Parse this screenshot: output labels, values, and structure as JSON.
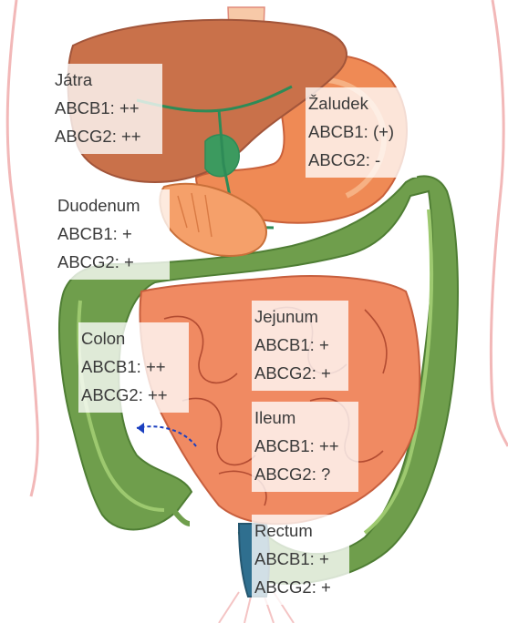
{
  "colors": {
    "liver": "#c9714a",
    "stomach": "#ef8a55",
    "small_intestine": "#f08a62",
    "colon": "#6f9e4c",
    "rectum": "#2f6f8f",
    "body_outline": "#f2b8b8",
    "bile_duct": "#2e8b57",
    "arrow": "#1a3fbf"
  },
  "labels": {
    "liver": {
      "name": "Játra",
      "abcb1": "ABCB1: ++",
      "abcg2": "ABCG2: ++"
    },
    "stomach": {
      "name": "Žaludek",
      "abcb1": "ABCB1: (+)",
      "abcg2": "ABCG2: -"
    },
    "duodenum": {
      "name": "Duodenum",
      "abcb1": "ABCB1: +",
      "abcg2": "ABCG2: +"
    },
    "colon": {
      "name": "Colon",
      "abcb1": "ABCB1: ++",
      "abcg2": "ABCG2: ++"
    },
    "jejunum": {
      "name": "Jejunum",
      "abcb1": "ABCB1: +",
      "abcg2": "ABCG2: +"
    },
    "ileum": {
      "name": "Ileum",
      "abcb1": "ABCB1: ++",
      "abcg2": "ABCG2: ?"
    },
    "rectum": {
      "name": "Rectum",
      "abcb1": "ABCB1: +",
      "abcg2": "ABCG2: +"
    }
  }
}
